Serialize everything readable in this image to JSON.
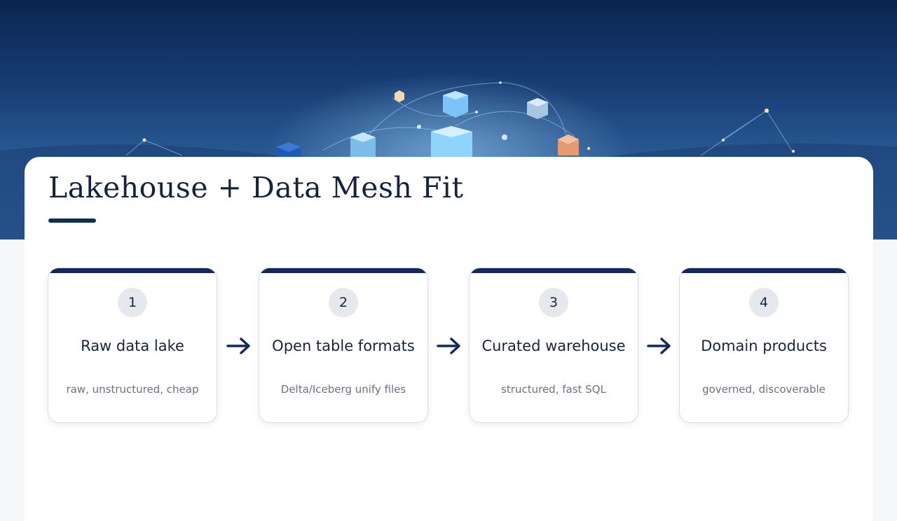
{
  "title": "Lakehouse + Data Mesh Fit",
  "colors": {
    "accent": "#102c5a",
    "step_bar": "#13295a",
    "hero_top": "#0b2550",
    "hero_bottom": "#3a72ad"
  },
  "steps": [
    {
      "number": "1",
      "title": "Raw data lake",
      "subtitle": "raw, unstructured, cheap"
    },
    {
      "number": "2",
      "title": "Open table formats",
      "subtitle": "Delta/Iceberg unify files"
    },
    {
      "number": "3",
      "title": "Curated warehouse",
      "subtitle": "structured, fast SQL"
    },
    {
      "number": "4",
      "title": "Domain products",
      "subtitle": "governed, discoverable"
    }
  ],
  "connector_icon": "arrow-right-icon"
}
